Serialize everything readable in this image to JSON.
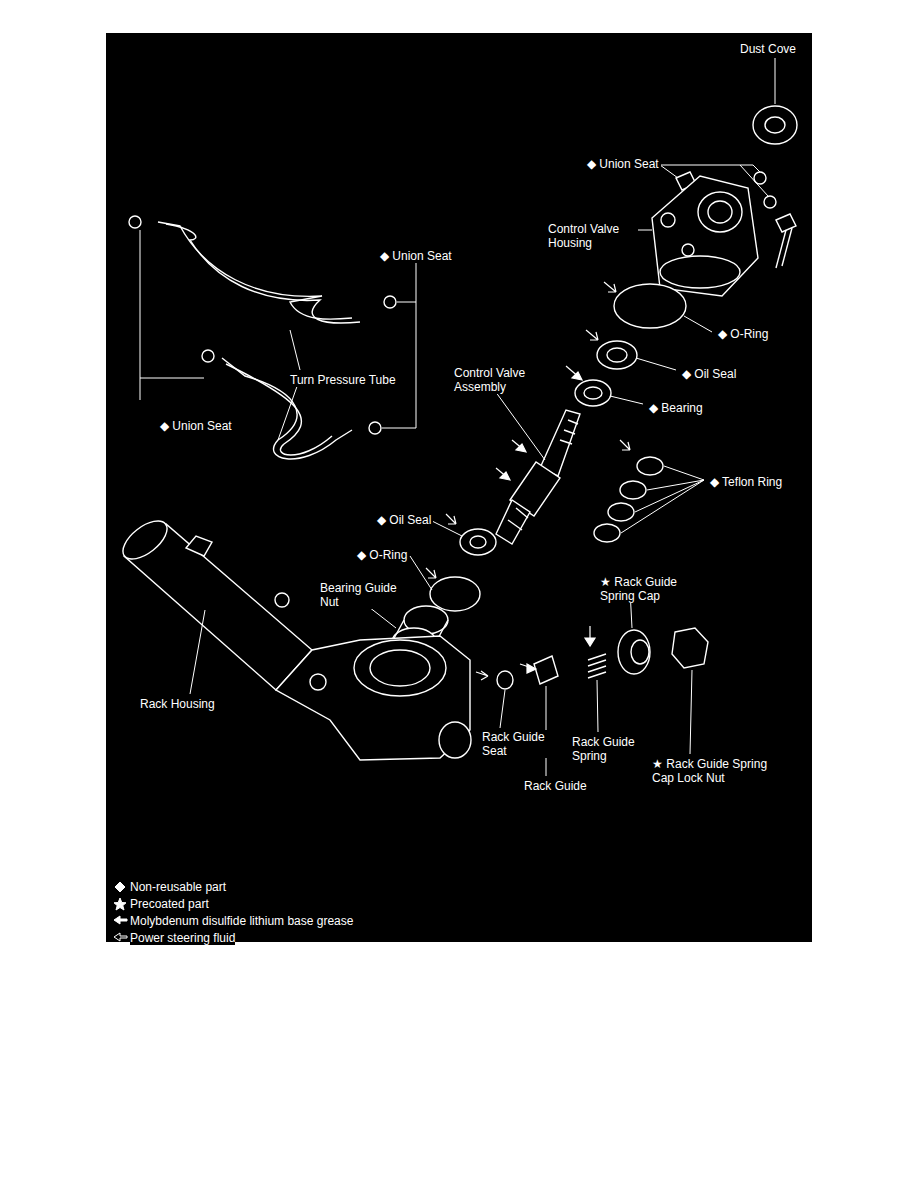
{
  "diagram": {
    "labels": [
      "Dust Cove",
      "◆ Union Seat",
      "Control Valve Housing",
      "◆ Union Seat",
      "◆ O-Ring",
      "◆ Oil Seal",
      "Control Valve Assembly",
      "Turn Pressure Tube",
      "◆ Bearing",
      "◆ Union Seat",
      "◆ Teflon Ring",
      "◆ Oil Seal",
      "◆ O-Ring",
      "★ Rack Guide Spring Cap",
      "Bearing Guide Nut",
      "Rack Housing",
      "Rack Guide Seat",
      "Rack Guide Spring",
      "★ Rack Guide Spring Cap Lock Nut",
      "Rack Guide"
    ],
    "legend": [
      {
        "text": "Non-reusable part"
      },
      {
        "text": "Precoated part"
      },
      {
        "text": "Molybdenum disulfide lithium base grease"
      },
      {
        "text": "Power steering fluid"
      }
    ]
  }
}
